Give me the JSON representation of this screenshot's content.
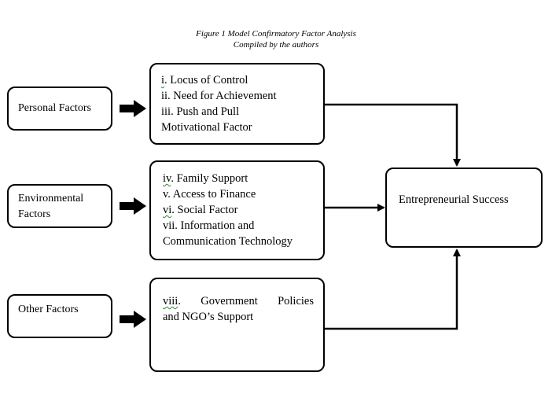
{
  "caption": {
    "title": "Figure 1 Model Confirmatory Factor Analysis",
    "credit": "Compiled by the authors"
  },
  "factors": [
    {
      "label": "Personal Factors"
    },
    {
      "label_line1": "Environmental",
      "label_line2": "Factors"
    },
    {
      "label": "Other Factors"
    }
  ],
  "details": {
    "personal": {
      "l1_num": "i",
      "l1_text": ". Locus of Control",
      "l2": "ii. Need for Achievement",
      "l3": "iii. Push and Pull",
      "l4": "Motivational Factor"
    },
    "environmental": {
      "l1_num": "iv",
      "l1_text": ". Family Support",
      "l2": "v. Access to Finance",
      "l3_num": "vi",
      "l3_text": ". Social Factor",
      "l4": "vii. Information and",
      "l5": "Communication Technology"
    },
    "other": {
      "l1_num": "viii",
      "l1_text": ".",
      "w1": "Government",
      "w2": "Policies",
      "l2": "and  NGO’s Support"
    }
  },
  "outcome": {
    "label": "Entrepreneurial Success"
  }
}
